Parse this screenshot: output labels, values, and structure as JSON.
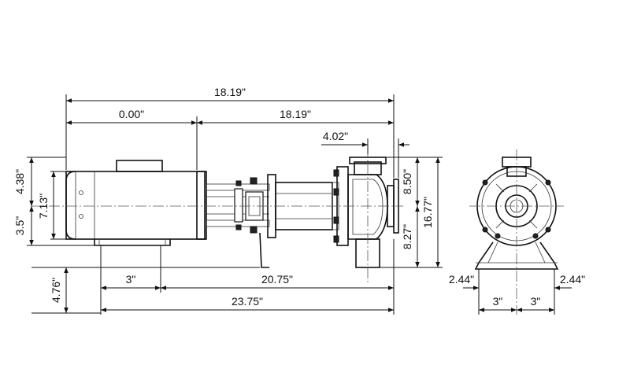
{
  "dimensions": {
    "overall_top": "18.19\"",
    "motor_offset": "0.00\"",
    "pump_length": "18.19\"",
    "discharge_offset": "4.02\"",
    "upper_height": "4.38\"",
    "motor_height": "7.13\"",
    "lower_height": "3.5\"",
    "base_drop": "4.76\"",
    "discharge_height": "8.50\"",
    "suction_height": "8.27\"",
    "overall_height": "16.77\"",
    "foot_spacing_left": "3\"",
    "foot_span": "20.75\"",
    "overall_length": "23.75\"",
    "end_left": "2.44\"",
    "end_right": "2.44\"",
    "end_foot_left": "3\"",
    "end_foot_right": "3\""
  }
}
